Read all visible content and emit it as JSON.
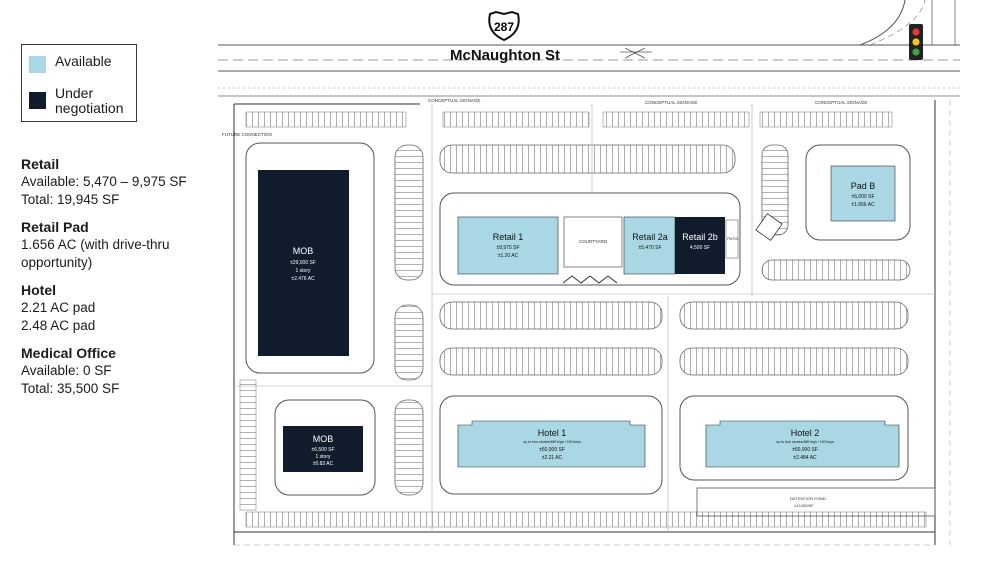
{
  "legend": {
    "available_label": "Available",
    "negotiation_label": "Under negotiation",
    "available_color": "#a9d8e4",
    "negotiation_color": "#101c2c"
  },
  "stats": {
    "retail": {
      "title": "Retail",
      "lines": [
        "Available: 5,470 – 9,975 SF",
        "Total: 19,945 SF"
      ]
    },
    "retail_pad": {
      "title": "Retail Pad",
      "lines": [
        "1.656 AC (with drive-thru",
        "opportunity)"
      ]
    },
    "hotel": {
      "title": "Hotel",
      "lines": [
        "2.21 AC pad",
        "2.48 AC pad"
      ]
    },
    "medical": {
      "title": "Medical Office",
      "lines": [
        "Available: 0 SF",
        "Total: 35,500 SF"
      ]
    }
  },
  "map": {
    "highway_shield": "287",
    "street_name": "McNaughton St",
    "signage_left": "CONCEPTUAL SIGNAGE",
    "signage_mid": "CONCEPTUAL SIGNAGE",
    "signage_right": "CONCEPTUAL SIGNAGE",
    "future_connection": "FUTURE CONNECTION",
    "courtyard": "COURTYARD",
    "patio": "PATIO",
    "detention_pond": "DETENTION POND",
    "detention_area": "±13,500SF",
    "buildings": {
      "mob_large": {
        "name": "MOB",
        "line1": "±29,000 SF",
        "line2": "1 story",
        "line3": "±2.476 AC",
        "status": "negotiation"
      },
      "mob_small": {
        "name": "MOB",
        "line1": "±6,500 SF",
        "line2": "1 story",
        "line3": "±0.83 AC",
        "status": "negotiation"
      },
      "retail1": {
        "name": "Retail 1",
        "line1": "±9,975 SF",
        "line2": "±1.20 AC",
        "status": "available"
      },
      "retail2a": {
        "name": "Retail 2a",
        "line1": "±5,470 SF",
        "status": "available"
      },
      "retail2b": {
        "name": "Retail 2b",
        "line1": "4,500 SF",
        "status": "negotiation"
      },
      "padb": {
        "name": "Pad B",
        "line1": "±6,000 SF",
        "line2": "±1.656 AC",
        "status": "available"
      },
      "hotel1": {
        "name": "Hotel 1",
        "line0": "up to four stories/48ft high / 150 keys",
        "line1": "±60,000 SF",
        "line2": "±2.21 AC",
        "status": "available"
      },
      "hotel2": {
        "name": "Hotel 2",
        "line0": "up to four stories/48ft high / 150 keys",
        "line1": "±60,000 SF",
        "line2": "±2.484 AC",
        "status": "available"
      }
    }
  }
}
